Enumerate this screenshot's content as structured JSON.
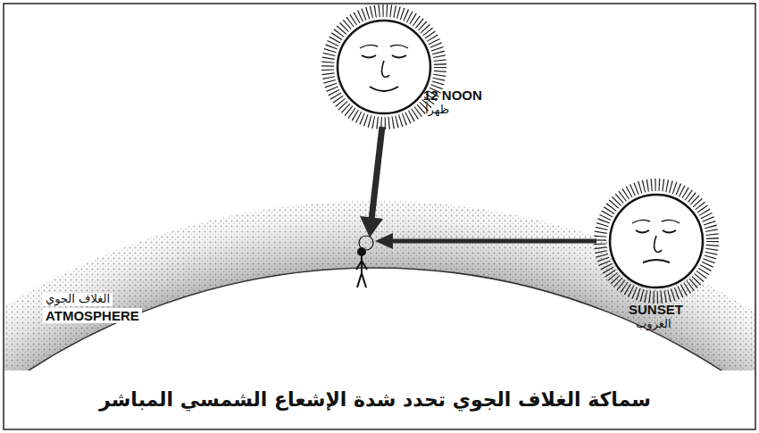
{
  "diagram": {
    "caption": "سماكة الغلاف الجوي تحدد شدة الإشعاع الشمسي المباشر",
    "labels": [
      "12 NOON",
      "ظهراً",
      "SUNSET",
      "الغروب",
      "الغلاف الجوي",
      "ATMOSPHERE"
    ]
  }
}
